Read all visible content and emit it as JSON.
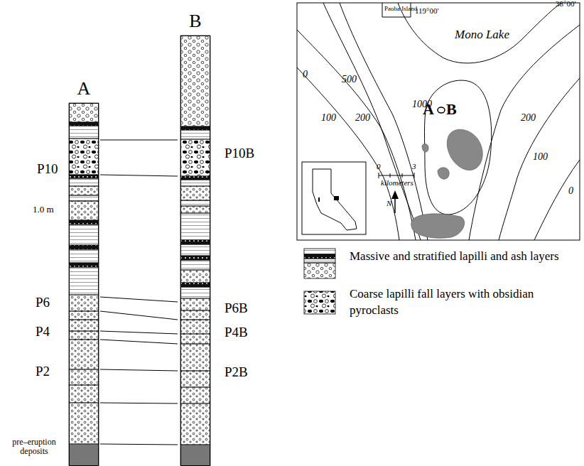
{
  "diagram": {
    "nodes": [
      {
        "text": [
          "A"
        ]
      },
      {
        "text": [
          "B"
        ]
      }
    ],
    "edges": [
      {
        "from": 0,
        "to": 1,
        "arrow": "none"
      },
      {
        "from": 0,
        "to": 1,
        "arrow": "none"
      },
      {
        "from": 0,
        "to": 1,
        "arrow": "none"
      },
      {
        "from": 0,
        "to": 1,
        "arrow": "none"
      },
      {
        "from": 0,
        "to": 1,
        "arrow": "none"
      },
      {
        "from": 0,
        "to": 1,
        "arrow": "none"
      },
      {
        "from": 0,
        "to": 1,
        "arrow": "none"
      },
      {
        "from": 0,
        "to": 1,
        "arrow": "none"
      },
      {
        "from": 0,
        "to": 1,
        "arrow": "none"
      }
    ],
    "labels": [
      "P10",
      "1.0 m",
      "P6",
      "P4",
      "P2",
      "pre–eruption deposits",
      "P10B",
      "P6B",
      "P4B",
      "P2B",
      "Paoha Island",
      "119°00'",
      "38°00'",
      "Mono Lake",
      "500",
      "1000",
      "100",
      "200",
      "0",
      "200",
      "100",
      "0",
      "A",
      "B",
      "0",
      "3",
      "kilometers",
      "N"
    ],
    "legend": [
      {
        "text": "Massive and stratified lapilli and ash layers"
      },
      {
        "text": "Coarse lapilli fall layers with obsidian pyroclasts"
      }
    ]
  }
}
